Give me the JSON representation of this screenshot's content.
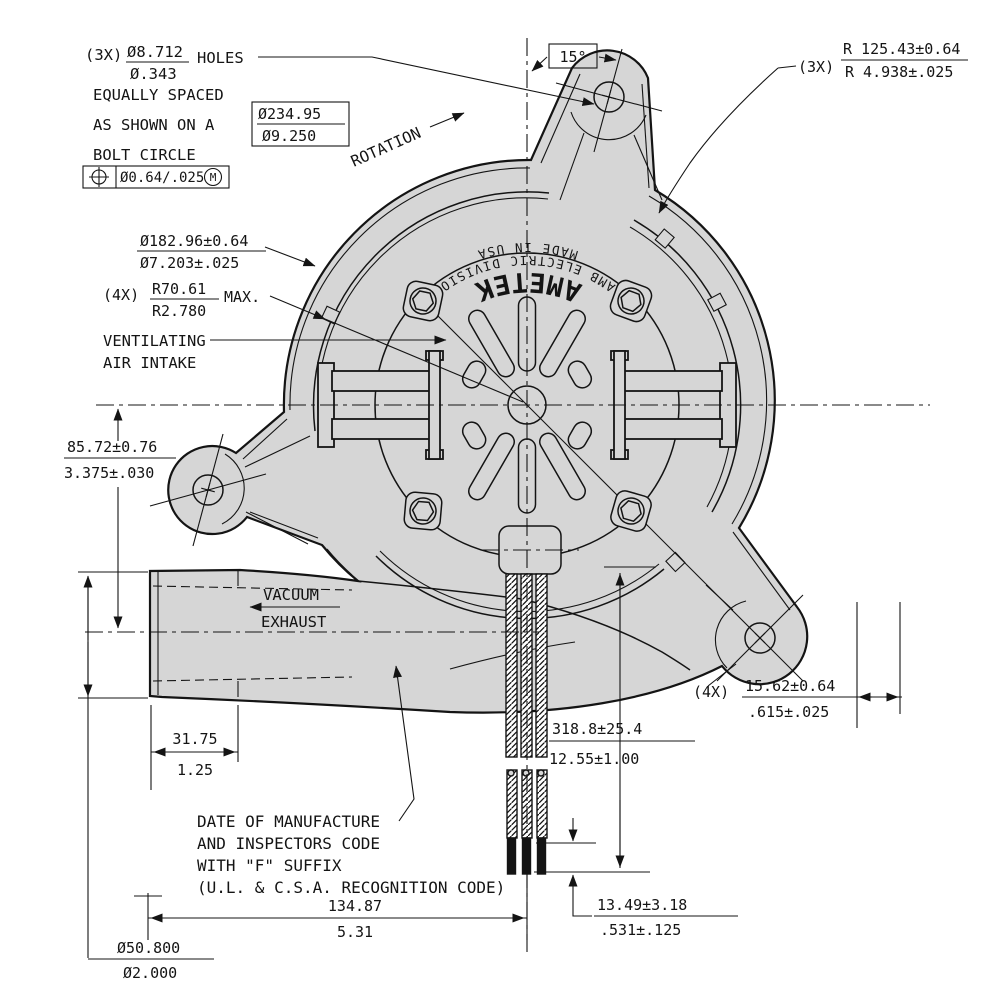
{
  "drawing": {
    "title_hint": "AMETEK Lamb Electric blower motor outline drawing",
    "colors": {
      "ink": "#141414",
      "body_fill": "#d6d6d6",
      "background": "#ffffff"
    },
    "labels": {
      "holes": {
        "qty": "(3X)",
        "mm": "Ø8.712",
        "in": "Ø.343",
        "word": "HOLES",
        "l2": "EQUALLY SPACED",
        "l3": "AS SHOWN ON A",
        "l4": "BOLT CIRCLE"
      },
      "gdt": {
        "tol": "Ø0.64/.025",
        "mod": "M"
      },
      "bolt_circle": {
        "mm": "Ø234.95",
        "in": "Ø9.250"
      },
      "rotation": "ROTATION",
      "angle": "15°",
      "ear_radius": {
        "qty": "(3X)",
        "mm": "R 125.43±0.64",
        "in": "R 4.938±.025"
      },
      "intake_dia": {
        "mm": "Ø182.96±0.64",
        "in": "Ø7.203±.025"
      },
      "slot_radius": {
        "qty": "(4X)",
        "mm": "R70.61",
        "in": "R2.780",
        "suffix": "MAX."
      },
      "vent": {
        "l1": "VENTILATING",
        "l2": "AIR INTAKE"
      },
      "offset": {
        "mm": "85.72±0.76",
        "in": "3.375±.030"
      },
      "exhaust": {
        "l1": "VACUUM",
        "l2": "EXHAUST"
      },
      "taper": {
        "mm": "31.75",
        "in": "1.25"
      },
      "leads": {
        "mm": "318.8±25.4",
        "in": "12.55±1.00"
      },
      "ear_thick": {
        "qty": "(4X)",
        "mm": "15.62±0.64",
        "in": ".615±.025"
      },
      "note": {
        "l1": "DATE OF MANUFACTURE",
        "l2": "AND INSPECTORS CODE",
        "l3": "WITH \"F\" SUFFIX",
        "l4": "(U.L. & C.S.A. RECOGNITION CODE)"
      },
      "overall": {
        "mm": "134.87",
        "in": "5.31"
      },
      "strip": {
        "mm": "13.49±3.18",
        "in": ".531±.125"
      },
      "exhaust_dia": {
        "mm": "Ø50.800",
        "in": "Ø2.000"
      },
      "logo": {
        "brand": "AMETEK",
        "division": "LAMB ELECTRIC DIVISION",
        "origin": "MADE IN USA"
      }
    }
  }
}
